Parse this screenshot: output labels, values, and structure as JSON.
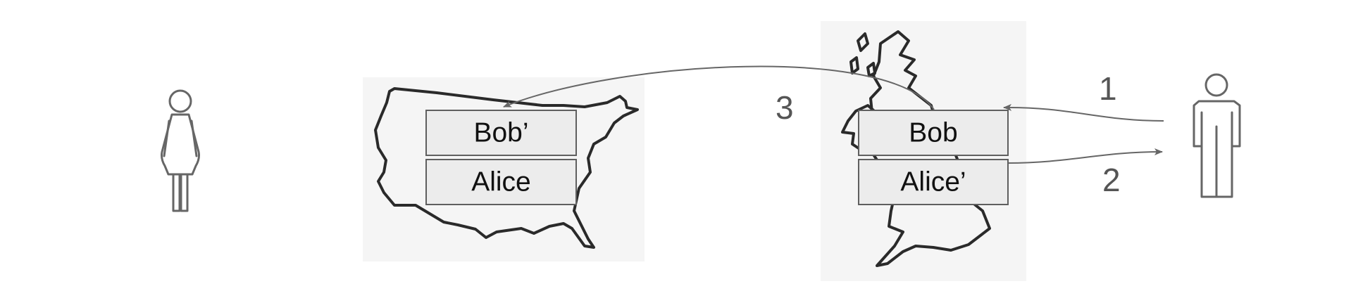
{
  "us_boxes": {
    "top": "Bob’",
    "bottom": "Alice"
  },
  "uk_boxes": {
    "top": "Bob",
    "bottom": "Alice’"
  },
  "arrow_labels": {
    "one": "1",
    "two": "2",
    "three": "3"
  },
  "icons": {
    "left_person": "female-person-icon",
    "right_person": "male-person-icon",
    "us_map": "usa-map-outline",
    "uk_map": "uk-map-outline"
  },
  "colors": {
    "box_fill": "#ececec",
    "box_stroke": "#5f5f5f",
    "arrow": "#666666",
    "map_outline": "#2a2a2a",
    "map_background": "#f5f5f5"
  }
}
